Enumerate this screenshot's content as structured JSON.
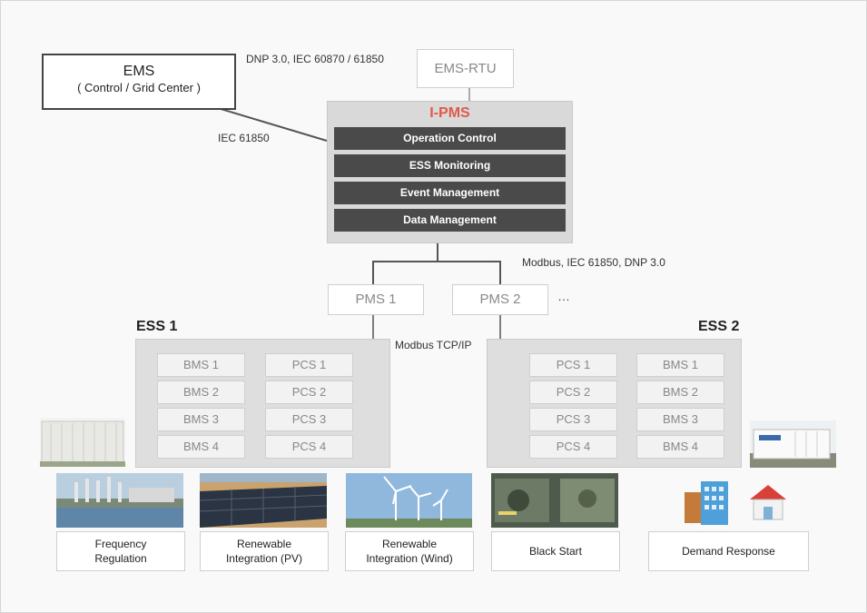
{
  "ems": {
    "title": "EMS",
    "subtitle": "( Control / Grid Center )"
  },
  "protocols": {
    "ems_rtu_link": "DNP 3.0, IEC 60870 / 61850",
    "ems_ipms_link": "IEC 61850",
    "ipms_pms_link": "Modbus, IEC 61850, DNP 3.0",
    "pms_ess_link": "Modbus TCP/IP",
    "pms_more": "…"
  },
  "ems_rtu": {
    "label": "EMS-RTU"
  },
  "ipms": {
    "title": "I-PMS",
    "functions": [
      "Operation Control",
      "ESS Monitoring",
      "Event Management",
      "Data Management"
    ]
  },
  "pms": [
    "PMS 1",
    "PMS 2"
  ],
  "ess1": {
    "title": "ESS 1",
    "bms": [
      "BMS 1",
      "BMS 2",
      "BMS 3",
      "BMS 4"
    ],
    "pcs": [
      "PCS 1",
      "PCS 2",
      "PCS 3",
      "PCS 4"
    ]
  },
  "ess2": {
    "title": "ESS 2",
    "pcs": [
      "PCS 1",
      "PCS 2",
      "PCS 3",
      "PCS 4"
    ],
    "bms": [
      "BMS 1",
      "BMS 2",
      "BMS 3",
      "BMS 4"
    ]
  },
  "applications": [
    {
      "line1": "Frequency",
      "line2": "Regulation"
    },
    {
      "line1": "Renewable",
      "line2": "Integration (PV)"
    },
    {
      "line1": "Renewable",
      "line2": "Integration (Wind)"
    },
    {
      "line1": "Black Start",
      "line2": ""
    },
    {
      "line1": "Demand Response",
      "line2": ""
    }
  ],
  "colors": {
    "ipms_title": "#e05a4a",
    "function_bar": "#4a4a4a",
    "ess_box": "#dedede",
    "line": "#555555"
  }
}
